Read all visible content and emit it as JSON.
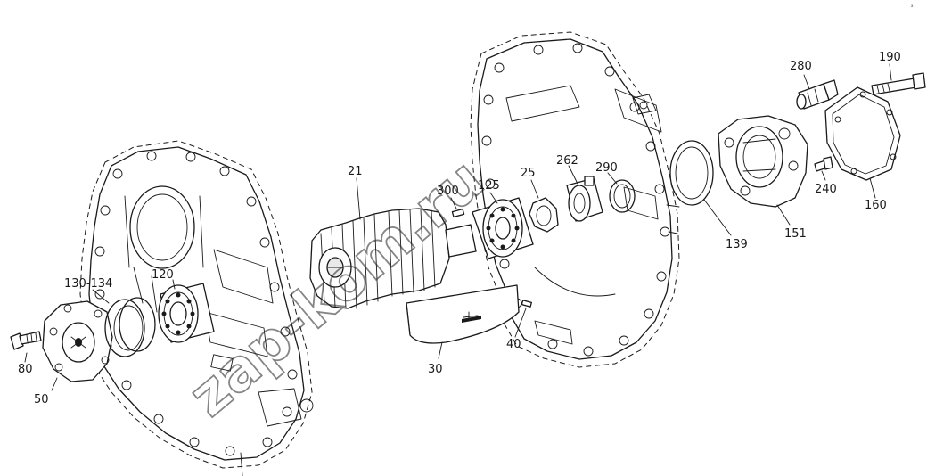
{
  "diagram": {
    "watermark": "zap-kom.ru",
    "corner_mark": "a"
  },
  "callouts": [
    {
      "id": "80",
      "label": "80"
    },
    {
      "id": "50",
      "label": "50"
    },
    {
      "id": "130-134",
      "label": "130-134"
    },
    {
      "id": "120",
      "label": "120"
    },
    {
      "id": "21",
      "label": "21"
    },
    {
      "id": "300",
      "label": "300"
    },
    {
      "id": "125",
      "label": "125"
    },
    {
      "id": "25",
      "label": "25"
    },
    {
      "id": "262",
      "label": "262"
    },
    {
      "id": "290",
      "label": "290"
    },
    {
      "id": "30",
      "label": "30"
    },
    {
      "id": "40",
      "label": "40"
    },
    {
      "id": "139",
      "label": "139"
    },
    {
      "id": "151",
      "label": "151"
    },
    {
      "id": "280",
      "label": "280"
    },
    {
      "id": "190",
      "label": "190"
    },
    {
      "id": "240",
      "label": "240"
    },
    {
      "id": "160",
      "label": "160"
    }
  ]
}
